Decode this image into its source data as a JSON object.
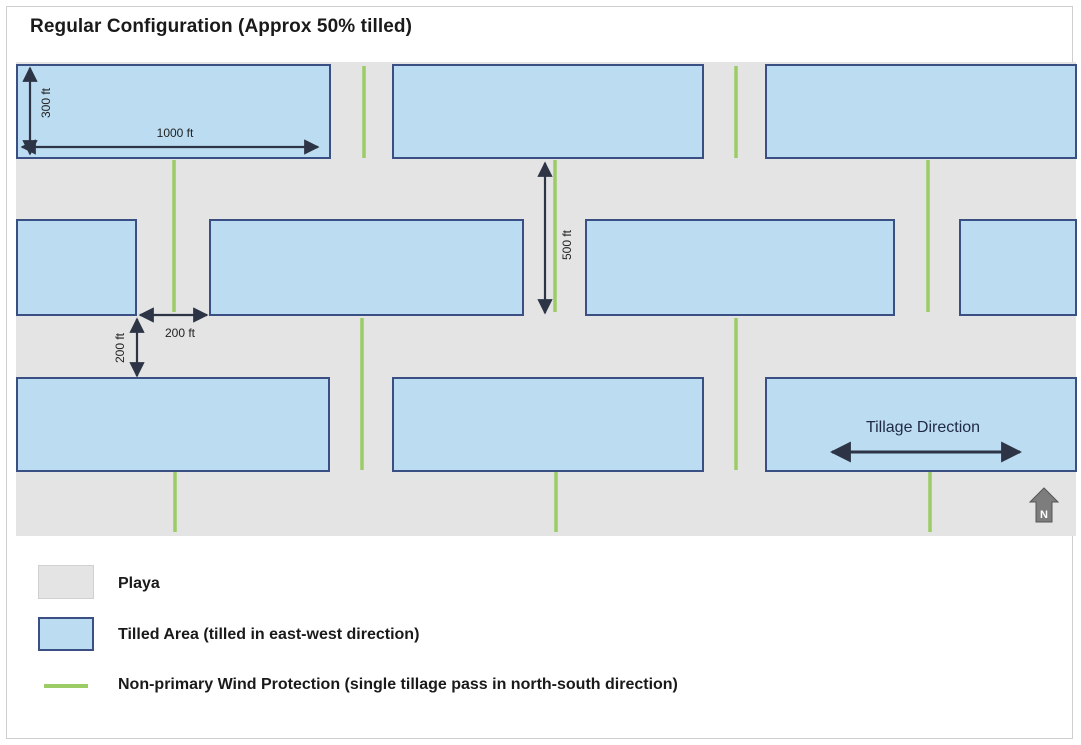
{
  "title": "Regular Configuration (Approx 50% tilled)",
  "dimensions": {
    "height_300": "300 ft",
    "width_1000": "1000 ft",
    "gap_500": "500 ft",
    "gap_200_horizontal": "200 ft",
    "gap_200_vertical": "200 ft"
  },
  "tillage_direction_label": "Tillage Direction",
  "north_label": "N",
  "legend": {
    "playa": "Playa",
    "tilled_area": "Tilled Area (tilled in east-west direction)",
    "wind_protection": "Non-primary Wind Protection (single tillage pass in north-south direction)"
  },
  "colors": {
    "playa": "#e4e4e4",
    "tilled_fill": "#bcdcf1",
    "tilled_stroke": "#3a4f84",
    "wind_line": "#9ccc65",
    "arrow": "#2c3446"
  }
}
